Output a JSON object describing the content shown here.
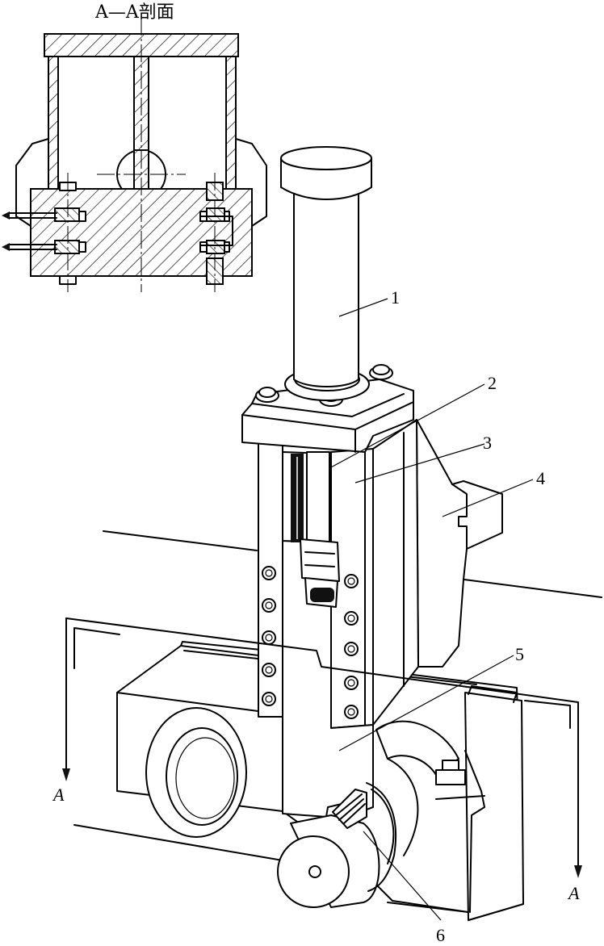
{
  "section_title": "A—A剖面",
  "part_labels": [
    "1",
    "2",
    "3",
    "4",
    "5",
    "6"
  ],
  "section_mark": "A"
}
